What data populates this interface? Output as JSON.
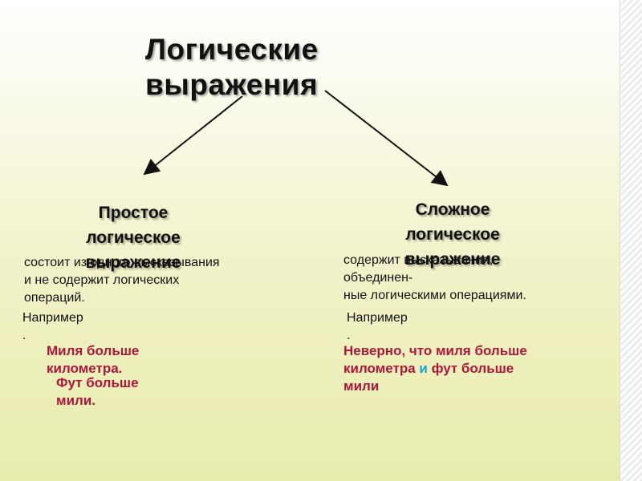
{
  "title_lines": [
    "Логические",
    "выражения"
  ],
  "left": {
    "heading": [
      "Простое",
      "логическое",
      "выражение"
    ],
    "description": [
      "состоит из одного высказывания",
      "и не содержит логических",
      "операций."
    ],
    "example_label": [
      "Например",
      "."
    ],
    "examples": [
      [
        "Миля больше",
        "километра."
      ],
      [
        "Фут больше",
        "мили."
      ]
    ]
  },
  "right": {
    "heading": [
      "Сложное",
      "логическое",
      "выражение"
    ],
    "description": [
      "содержит высказывания,",
      "объединен-",
      "ные логическими операциями."
    ],
    "example_label": [
      "Например",
      "."
    ],
    "example": {
      "line1": "Неверно, что миля больше",
      "line2_a": "километра ",
      "line2_and": "и",
      "line2_b": " фут больше",
      "line3": "мили"
    }
  },
  "colors": {
    "example_text": "#b0163a",
    "conjunction": "#1fa0c9",
    "arrow": "#111111"
  }
}
